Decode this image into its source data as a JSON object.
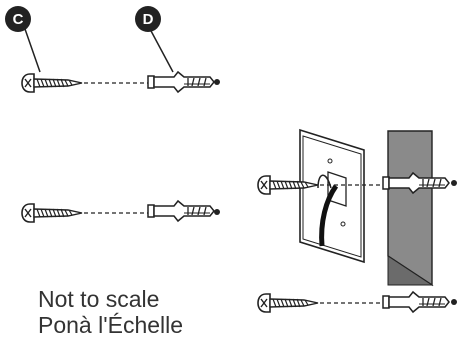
{
  "callouts": {
    "screw": "C",
    "anchor": "D"
  },
  "note": {
    "line1": "Not to scale",
    "line2": "Ponà l'Échelle"
  },
  "colors": {
    "ink": "#222222",
    "wall": "#8a8a8a",
    "wall_shadow": "#6b6b6b",
    "plate": "#ffffff",
    "cable": "#111111"
  },
  "icons": [
    "screw-icon",
    "wall-anchor-icon",
    "drill-hole-dot",
    "wall-plate-icon",
    "wall-section-icon",
    "cable-icon"
  ]
}
